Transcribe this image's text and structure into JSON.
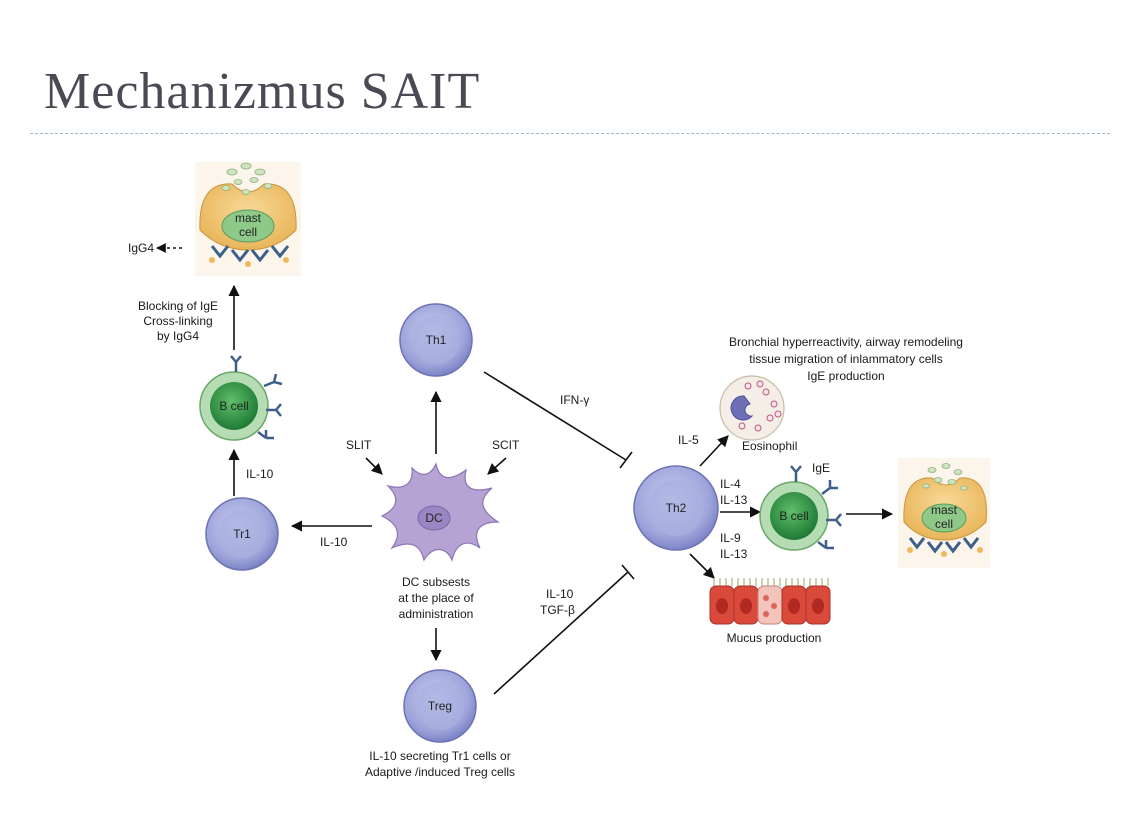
{
  "slide": {
    "title": "Mechanizmus SAIT"
  },
  "cells": {
    "th1": "Th1",
    "th2": "Th2",
    "tr1": "Tr1",
    "treg": "Treg",
    "dc": "DC",
    "bcell_left": "B cell",
    "bcell_right": "B cell",
    "mast_left_line1": "mast",
    "mast_left_line2": "cell",
    "mast_right_line1": "mast",
    "mast_right_line2": "cell"
  },
  "labels": {
    "igg4": "IgG4",
    "blocking": [
      "Blocking of IgE",
      "Cross-linking",
      "by IgG4"
    ],
    "il10_tr1_bcell": "IL-10",
    "il10_dc_tr1": "IL-10",
    "slit": "SLIT",
    "scit": "SCIT",
    "dc_subsets": [
      "DC subsests",
      "at the place of",
      "administration"
    ],
    "treg_caption": [
      "IL-10 secreting Tr1 cells or",
      "Adaptive /induced Treg cells"
    ],
    "ifn": "IFN-γ",
    "il10_tgf": [
      "IL-10",
      "TGF-β"
    ],
    "bronchial": [
      "Bronchial hyperreactivity, airway remodeling",
      "tissue migration of inlammatory cells",
      "IgE production"
    ],
    "il5": "IL-5",
    "eosinophil": "Eosinophil",
    "il4_il13": [
      "IL-4",
      "IL-13"
    ],
    "il9_il13": [
      "IL-9",
      "IL-13"
    ],
    "ige": "IgE",
    "mucus": "Mucus production"
  },
  "colors": {
    "tcell_fill": "#b9bde3",
    "tcell_inner": "#9aa0d6",
    "bcell_fill": "#49a75a",
    "bcell_ring": "#b6dcb4",
    "mast_fill": "#f3c978",
    "mast_nucleus": "#8fc98a",
    "dc_fill": "#b6a2d3",
    "mucus_cell": "#d94a3a",
    "arrow": "#111111"
  }
}
